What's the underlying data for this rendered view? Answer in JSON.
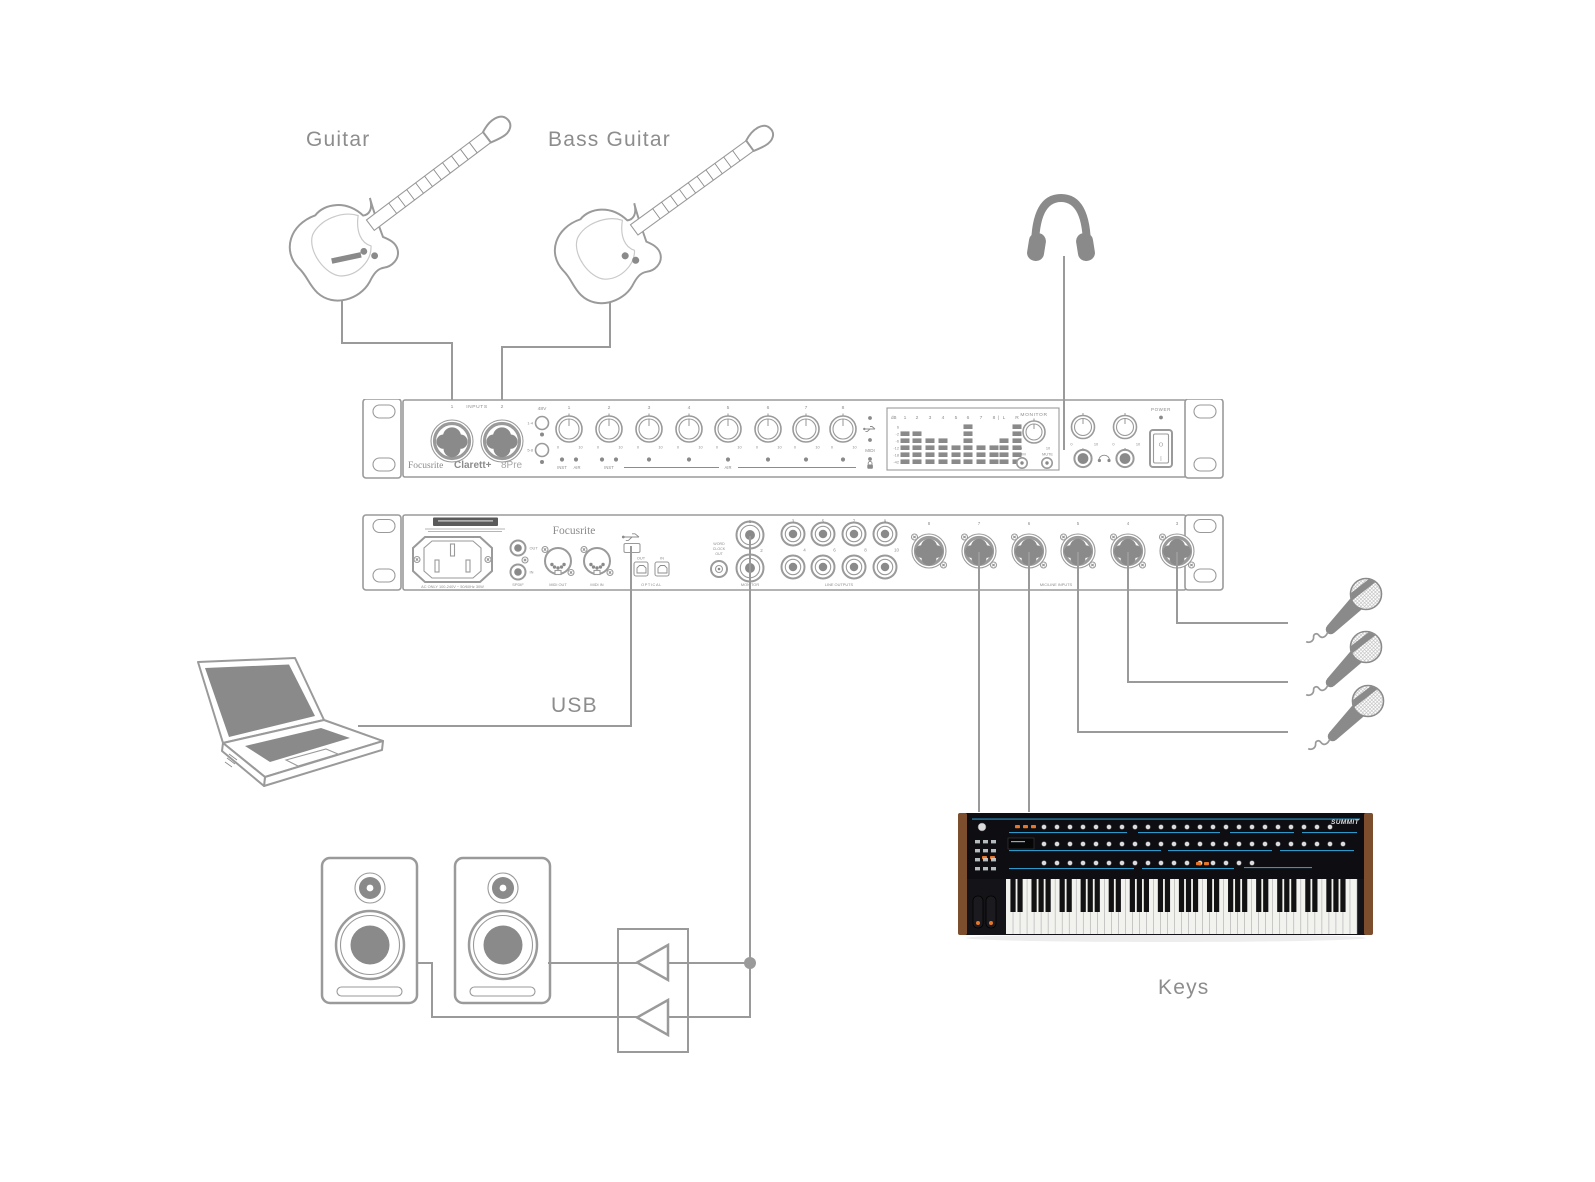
{
  "labels": {
    "guitar": "Guitar",
    "bass_guitar": "Bass Guitar",
    "usb": "USB",
    "keys": "Keys"
  },
  "front_panel": {
    "brand": "Focusrite",
    "model_bold": "Clarett+",
    "model_light": "8Pre",
    "inputs_label": "INPUTS",
    "input_numbers": [
      "1",
      "2"
    ],
    "phantom": {
      "label": "48V",
      "groups": [
        "1-4",
        "5-8"
      ]
    },
    "gain_knobs": {
      "numbers": [
        "1",
        "2",
        "3",
        "4",
        "5",
        "6",
        "7",
        "8"
      ],
      "scale_min": "0",
      "scale_max": "10"
    },
    "channel_leds": {
      "inst": "INST",
      "air": "AIR"
    },
    "indicators": {
      "midi": "MIDI"
    },
    "meter": {
      "db_label": "dB",
      "scale": [
        "6",
        "-2",
        "-6",
        "-12",
        "-18",
        "-42"
      ],
      "channels": [
        "1",
        "2",
        "3",
        "4",
        "5",
        "6",
        "7",
        "8",
        "|",
        "L",
        "R"
      ],
      "levels": [
        5,
        5,
        4,
        4,
        3,
        6,
        3,
        3,
        0,
        4,
        6
      ]
    },
    "monitor": {
      "label": "MONITOR",
      "min": "0",
      "max": "10",
      "dim": "DIM",
      "mute": "MUTE"
    },
    "phones": {
      "numbers": [
        "1",
        "2"
      ],
      "min": "0",
      "max": "10"
    },
    "power": {
      "label": "POWER",
      "off": "O",
      "on": "|"
    }
  },
  "rear_panel": {
    "ac_rating": "AC ONLY 100-240V ~ 50/60Hz 30W",
    "brand": "Focusrite",
    "spdif": {
      "label": "SPDIF",
      "out": "OUT",
      "in": "IN"
    },
    "midi_out": "MIDI OUT",
    "midi_in": "MIDI IN",
    "optical": {
      "label": "OPTICAL",
      "out": "OUT",
      "in": "IN"
    },
    "word_clock": [
      "WORD",
      "CLOCK",
      "OUT"
    ],
    "monitor": {
      "label": "MONITOR",
      "numbers": [
        "1",
        "2"
      ]
    },
    "line_outputs": {
      "label": "LINE OUTPUTS",
      "numbers": [
        "3",
        "4",
        "5",
        "6",
        "7",
        "8",
        "9",
        "10"
      ]
    },
    "mic_line_inputs": {
      "label": "MIC/LINE INPUTS",
      "numbers": [
        "8",
        "7",
        "6",
        "5",
        "4",
        "3"
      ]
    }
  },
  "synth": {
    "logo": "SUMMIT"
  },
  "accent_colors": {
    "line_art": "#9a9a9a",
    "fill_gray": "#8a8a8a",
    "synth_blue": "#2e9fd4",
    "synth_orange": "#e8762a",
    "wood": "#7d4e2e"
  }
}
